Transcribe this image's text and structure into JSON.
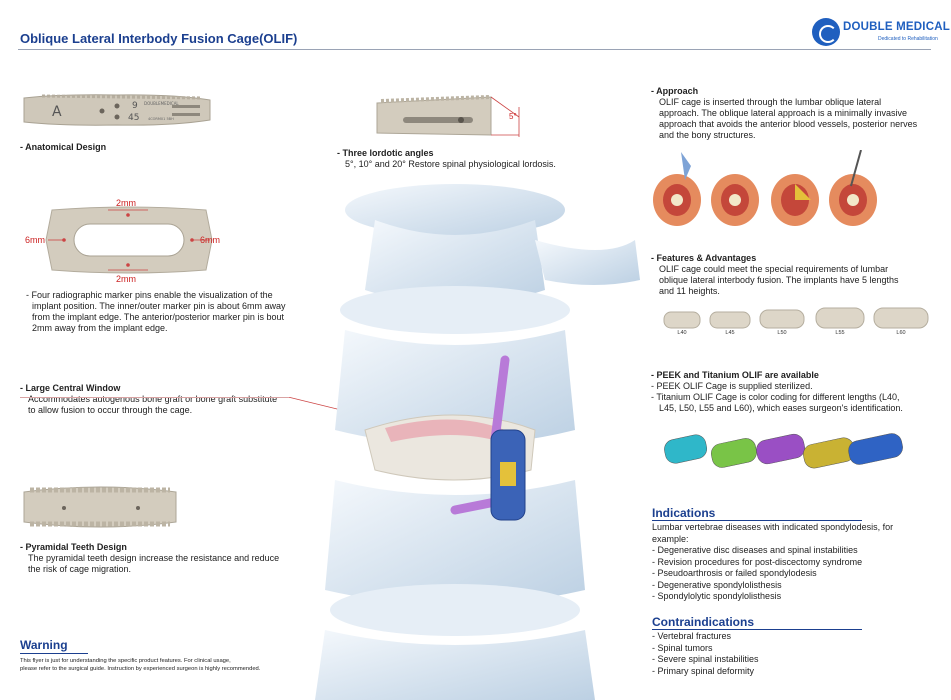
{
  "header": {
    "title": "Oblique Lateral Interbody Fusion Cage(OLIF)",
    "brand_name": "DOUBLE MEDICAL",
    "brand_tagline": "Dedicated to Rehabilitation"
  },
  "implant_engraving": {
    "letter": "A",
    "lordosis": "9",
    "length": "45",
    "brand": "DOUBLEMEDICAL",
    "ref": "4CORM01 5BH"
  },
  "marker_diagram": {
    "top": "2mm",
    "bottom": "2mm",
    "left": "6mm",
    "right": "6mm"
  },
  "anatomical": {
    "heading": "- Anatomical Design",
    "lines": [
      "- Four radiographic marker pins enable the visualization of the",
      "implant position. The inner/outer marker pin is about 6mm away",
      "from the implant edge. The anterior/posterior marker pin is bout",
      "2mm away from the implant edge."
    ]
  },
  "window": {
    "heading": "- Large Central Window",
    "lines": [
      "Accommodates autogenous bone graft or bone graft substitute",
      "to allow fusion to occur through the cage."
    ]
  },
  "teeth": {
    "heading": "- Pyramidal Teeth Design",
    "lines": [
      "The pyramidal teeth design increase the resistance and reduce",
      "the risk of cage migration."
    ]
  },
  "warning": {
    "heading": "Warning",
    "lines": [
      "This flyer is just for understanding the specific product features. For clinical usage,",
      "please refer to the surgical guide. Instruction by experienced surgeon is highly recommended."
    ]
  },
  "lordotic": {
    "angle_label": "5°",
    "heading": "- Three lordotic angles",
    "line": "5°, 10° and 20° Restore spinal physiological lordosis."
  },
  "approach": {
    "heading": "- Approach",
    "lines": [
      "OLIF cage is inserted through the lumbar oblique lateral",
      "approach. The oblique lateral approach is a minimally invasive",
      "approach that avoids the anterior blood vessels, posterior nerves",
      "and the bony structures."
    ]
  },
  "features": {
    "heading": "- Features & Advantages",
    "lines": [
      "OLIF cage could meet the special requirements of lumbar",
      "oblique lateral interbody fusion. The implants have 5 lengths",
      "and 11 heights."
    ],
    "sizes": [
      "L40",
      "L45",
      "L50",
      "L55",
      "L60"
    ]
  },
  "materials": {
    "heading": "- PEEK and Titanium OLIF are available",
    "lines": [
      "- PEEK OLIF Cage is supplied sterilized.",
      "- Titanium OLIF Cage is color coding for different lengths (L40,",
      "L45, L50, L55 and L60), which eases surgeon's identification."
    ],
    "colors": [
      "#2fb7c9",
      "#79c447",
      "#9a4fc4",
      "#c9b233",
      "#2f63c4"
    ]
  },
  "indications": {
    "heading": "Indications",
    "intro": [
      "Lumbar vertebrae diseases with indicated spondylodesis, for",
      "example:"
    ],
    "items": [
      "- Degenerative disc diseases and spinal instabilities",
      "- Revision procedures for post-discectomy syndrome",
      "- Pseudoarthrosis or failed spondylodesis",
      "- Degenerative spondylolisthesis",
      "- Spondylolytic spondylolisthesis"
    ]
  },
  "contraindications": {
    "heading": "Contraindications",
    "items": [
      "- Vertebral fractures",
      "- Spinal tumors",
      "- Severe spinal instabilities",
      "- Primary spinal deformity"
    ]
  }
}
